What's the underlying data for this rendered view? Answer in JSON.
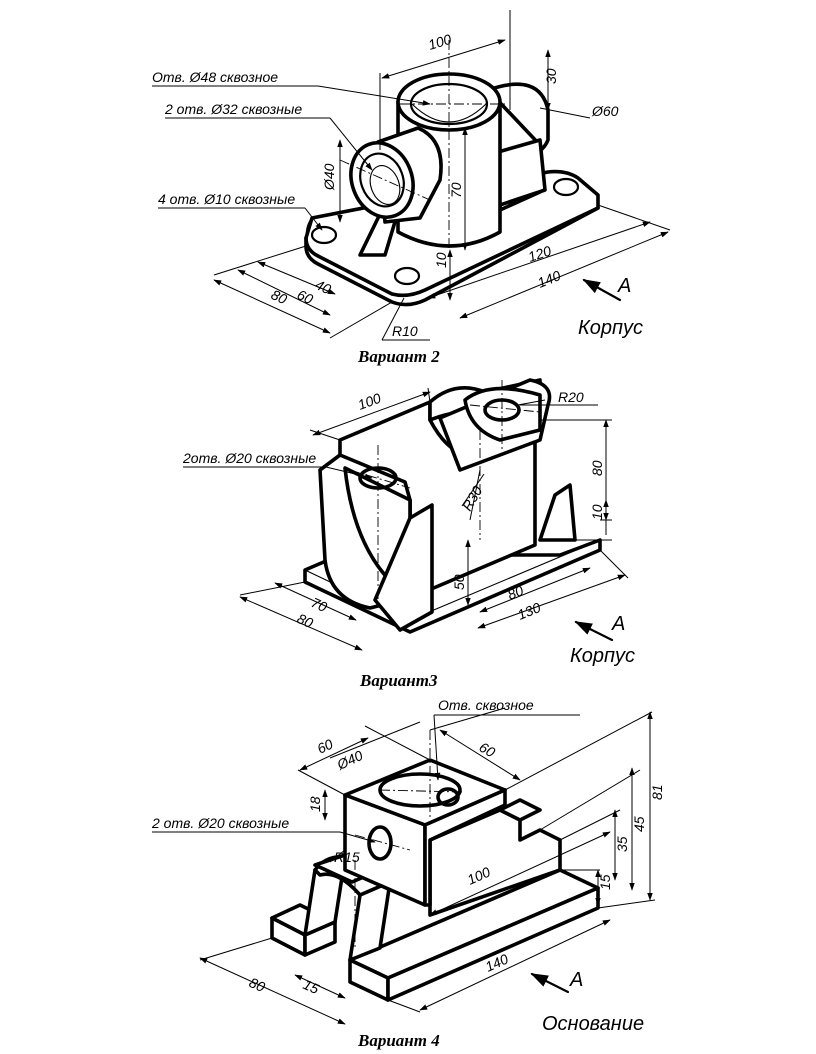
{
  "variant2": {
    "caption": "Вариант 2",
    "part_name": "Корпус",
    "view_letter": "A",
    "callouts": {
      "hole48": "Отв. Ø48 сквозное",
      "holes32": "2 отв. Ø32 сквозные",
      "holes10": "4 отв. Ø10 сквозные"
    },
    "dims": {
      "d100": "100",
      "d30": "30",
      "d60dia": "Ø60",
      "d40dia": "Ø40",
      "d70": "70",
      "d10": "10",
      "d120": "120",
      "d140": "140",
      "d40": "40",
      "d60": "60",
      "d80": "80",
      "r10": "R10"
    }
  },
  "variant3": {
    "caption": "Вариант3",
    "part_name": "Корпус",
    "view_letter": "A",
    "callouts": {
      "holes20": "2отв. Ø20 сквозные"
    },
    "dims": {
      "d100": "100",
      "r20": "R20",
      "d80v": "80",
      "d10": "10",
      "r30": "R30",
      "d50": "50",
      "d80": "80",
      "d130": "130",
      "d70": "70",
      "d80b": "80"
    }
  },
  "variant4": {
    "caption": "Вариант 4",
    "part_name": "Основание",
    "view_letter": "A",
    "callouts": {
      "hole": "Отв. сквозное",
      "holes20": "2 отв. Ø20 сквозные"
    },
    "dims": {
      "d60a": "60",
      "d40dia": "Ø40",
      "d60b": "60",
      "d18": "18",
      "d81": "81",
      "d45": "45",
      "d35": "35",
      "d15v": "15",
      "d100": "100",
      "r15": "R15",
      "d140": "140",
      "d80": "80",
      "d15": "15"
    }
  }
}
